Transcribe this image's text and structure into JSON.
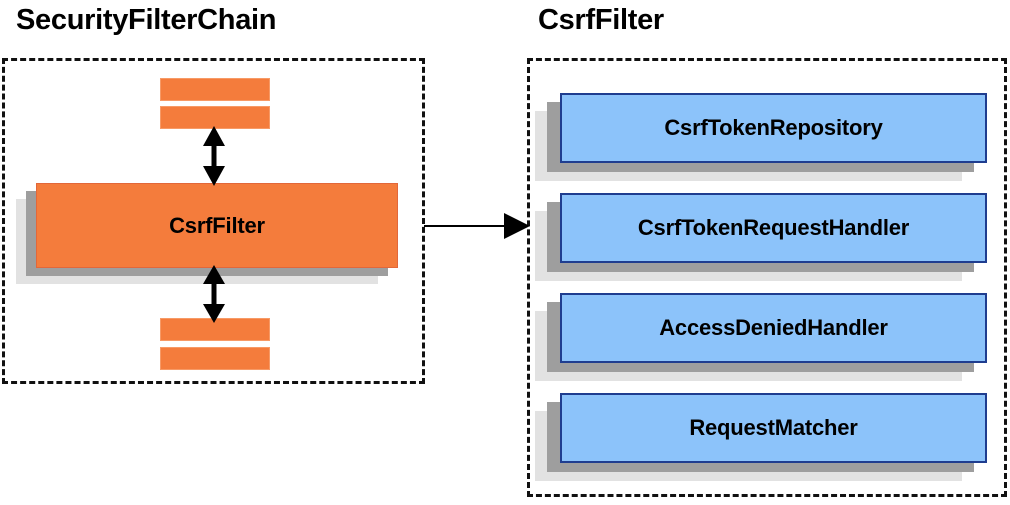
{
  "diagram": {
    "title_left": "SecurityFilterChain",
    "title_right": "CsrfFilter",
    "left_panel": {
      "name": "SecurityFilterChain",
      "highlighted_component": "CsrfFilter",
      "filter_bars_above": 2,
      "filter_bars_below": 2,
      "connector_above": "double-headed-vertical-arrow",
      "connector_below": "double-headed-vertical-arrow"
    },
    "right_panel": {
      "name": "CsrfFilter",
      "collaborators": [
        {
          "label": "CsrfTokenRepository"
        },
        {
          "label": "CsrfTokenRequestHandler"
        },
        {
          "label": "AccessDeniedHandler"
        },
        {
          "label": "RequestMatcher"
        }
      ]
    },
    "link": {
      "from": "CsrfFilter",
      "to": "CsrfFilter collaborators",
      "style": "single-headed-horizontal-arrow"
    },
    "colors": {
      "orange_fill": "#f47c3c",
      "orange_border": "#e2673a",
      "orange_bar_border": "#f79a66",
      "blue_fill": "#8cc3fa",
      "blue_border": "#1f3d8f",
      "shadow_near": "#9e9e9e",
      "shadow_far": "#e2e2e2",
      "dash_border": "#111111",
      "text": "#000000",
      "background": "#ffffff"
    }
  }
}
